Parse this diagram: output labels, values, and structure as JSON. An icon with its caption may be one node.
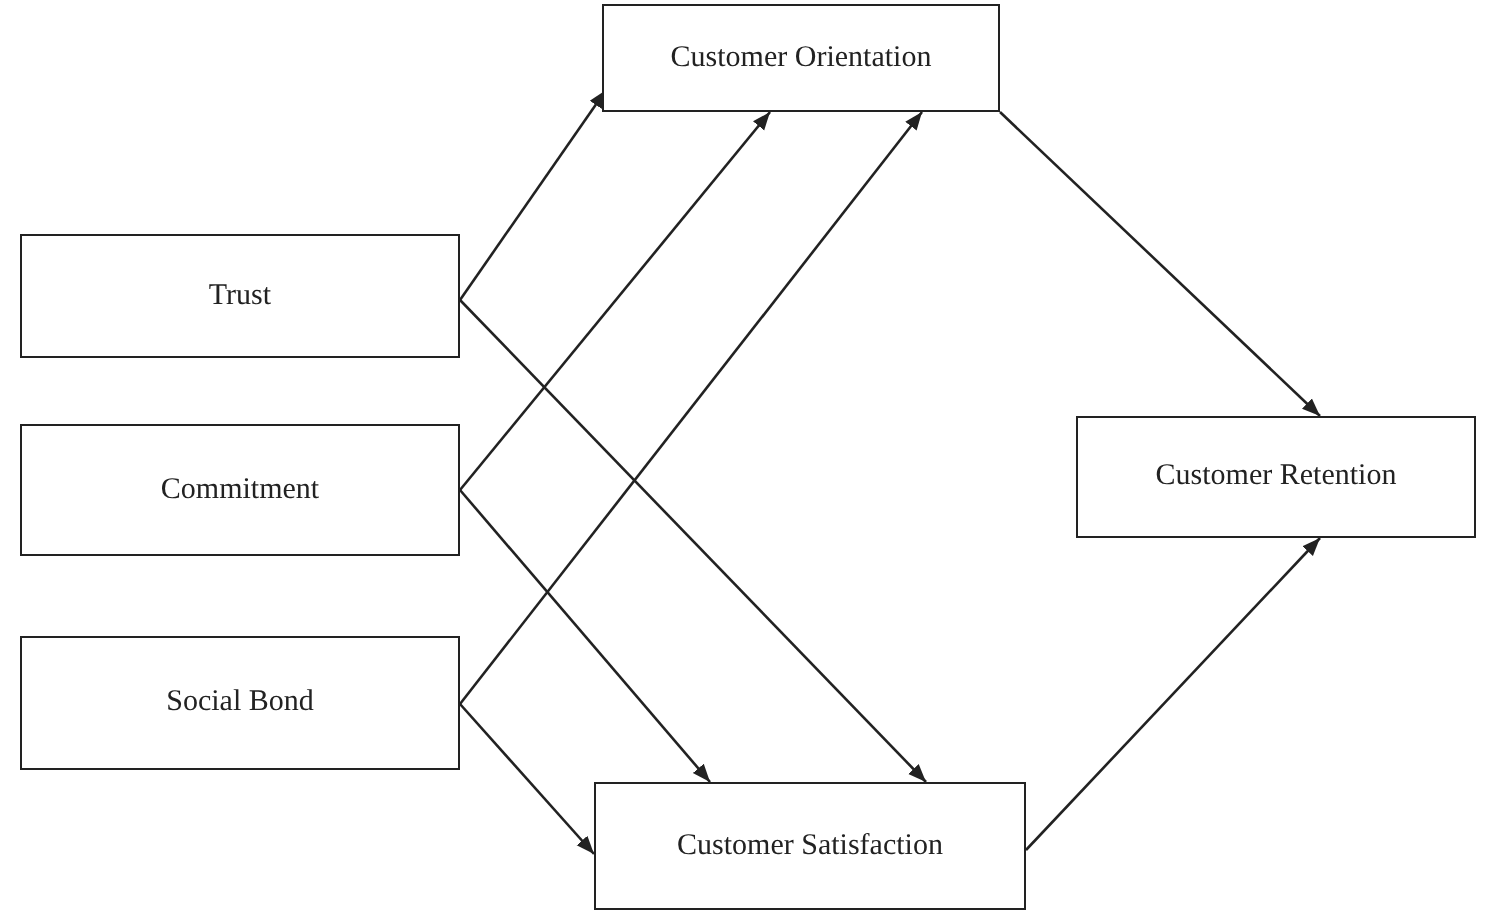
{
  "diagram": {
    "nodes": [
      {
        "text": [
          "Customer Orientation"
        ]
      },
      {
        "text": [
          "Trust"
        ]
      },
      {
        "text": [
          "Commitment"
        ]
      },
      {
        "text": [
          "Customer Retention"
        ]
      },
      {
        "text": [
          "Social Bond"
        ]
      },
      {
        "text": [
          "Customer Satisfaction"
        ]
      }
    ],
    "edges": [
      {
        "from": 1,
        "to": 0,
        "arrow": "to"
      },
      {
        "from": 1,
        "to": 5,
        "arrow": "to"
      },
      {
        "from": 2,
        "to": 0,
        "arrow": "to"
      },
      {
        "from": 2,
        "to": 5,
        "arrow": "to"
      },
      {
        "from": 4,
        "to": 0,
        "arrow": "to"
      },
      {
        "from": 4,
        "to": 5,
        "arrow": "to"
      },
      {
        "from": 0,
        "to": 3,
        "arrow": "to"
      },
      {
        "from": 5,
        "to": 3,
        "arrow": "to"
      }
    ]
  }
}
